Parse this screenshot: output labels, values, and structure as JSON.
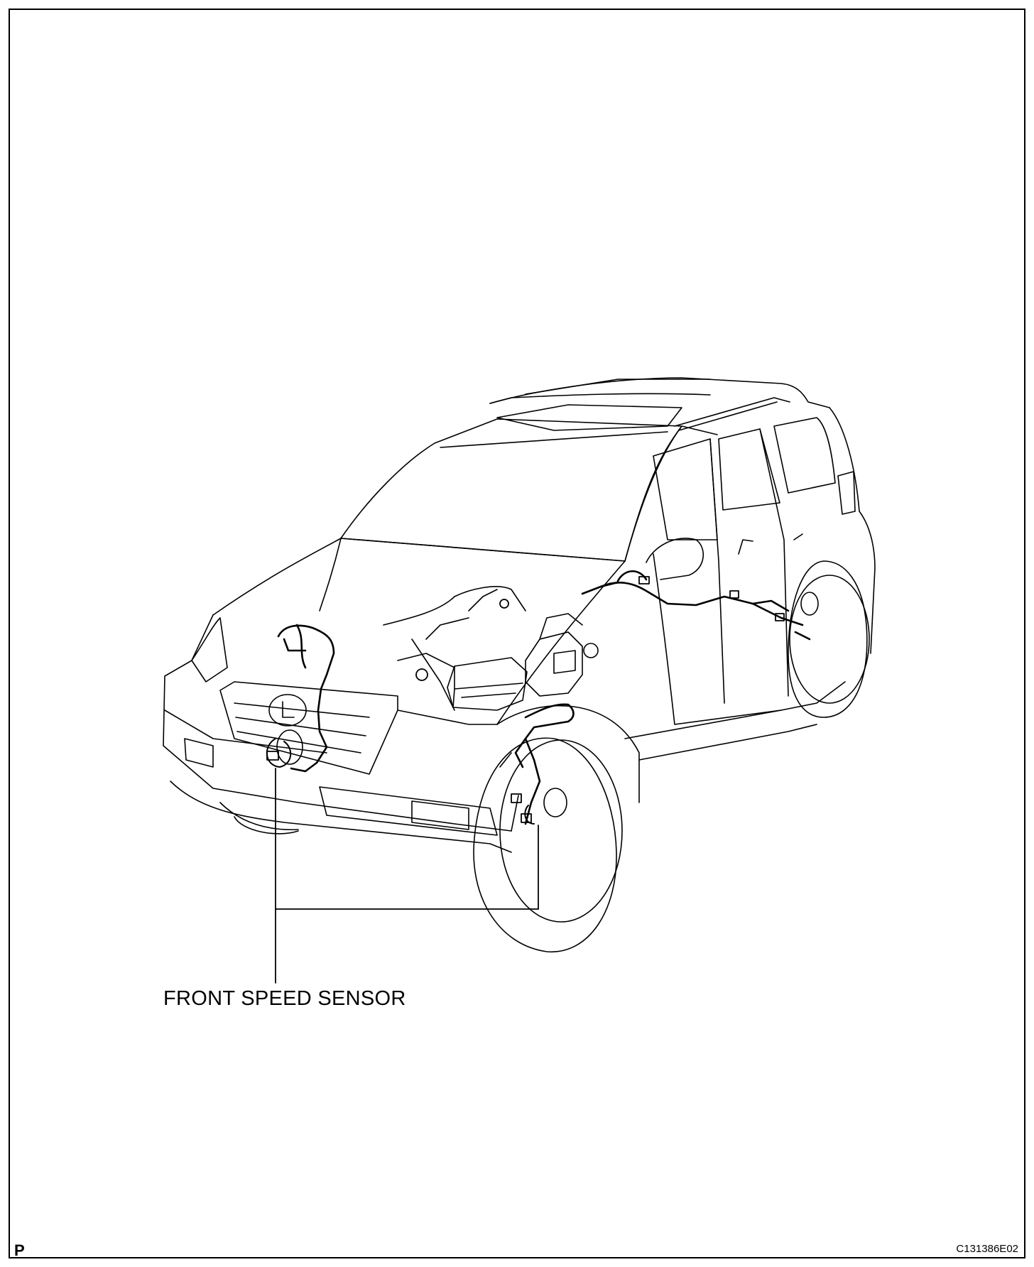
{
  "diagram": {
    "callouts": [
      {
        "id": "front-speed-sensor",
        "label": "FRONT SPEED SENSOR"
      }
    ],
    "corner_mark": "P",
    "figure_code": "C131386E02"
  }
}
